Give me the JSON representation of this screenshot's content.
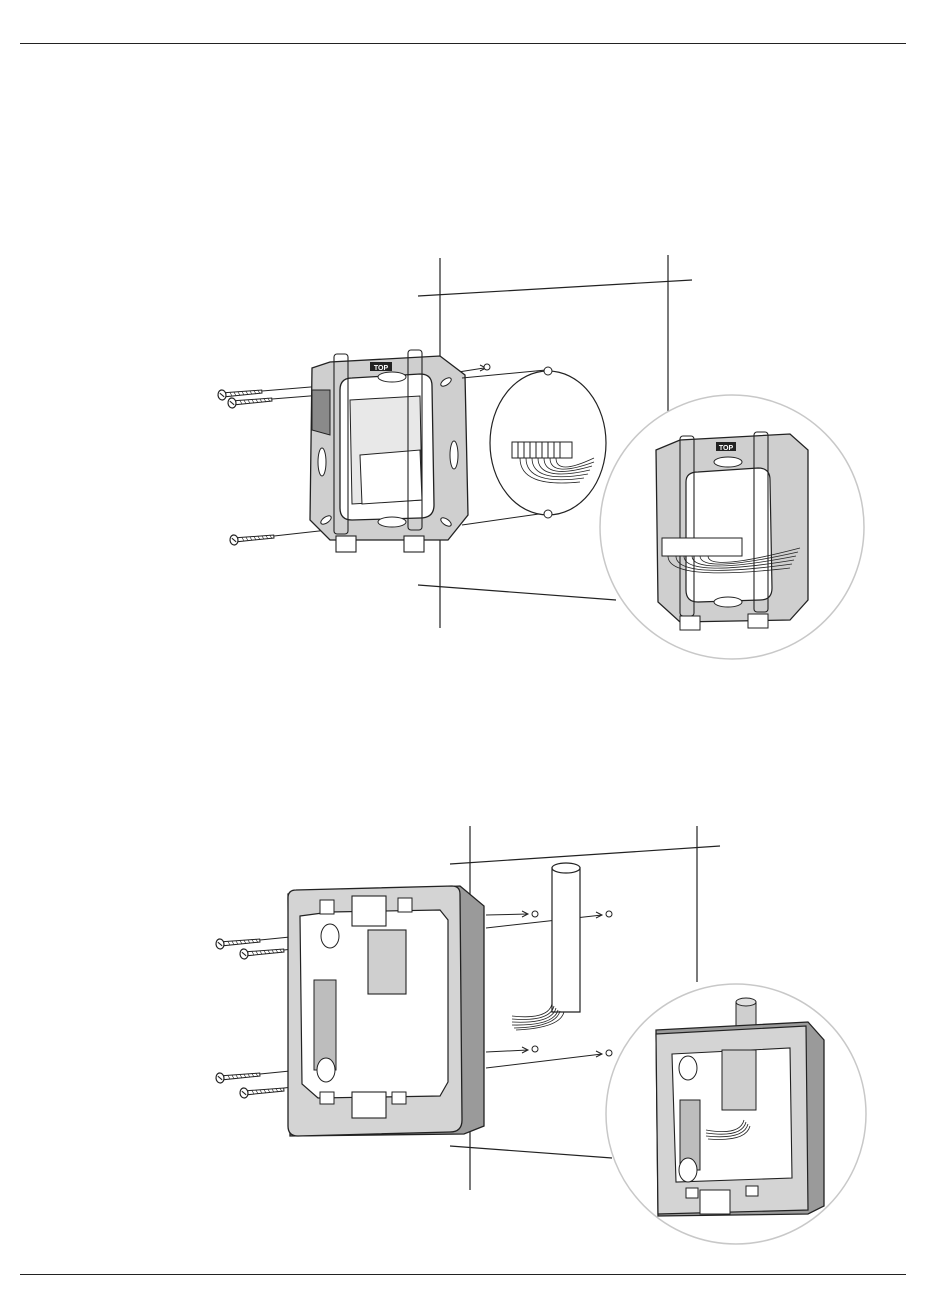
{
  "labels": {
    "top_marking": "TOP"
  },
  "colors": {
    "line": "#222222",
    "plate_fill": "#cfcfcf",
    "plate_shadow": "#9a9a9a",
    "box_fill": "#d4d4d4",
    "detail_circle": "#c8c8c8"
  },
  "figures": [
    {
      "name": "flush-mount-installation",
      "icons": [
        "screw-icon",
        "mounting-plate-icon",
        "terminal-block-icon",
        "detail-magnifier-icon"
      ]
    },
    {
      "name": "surface-mount-installation",
      "icons": [
        "screw-icon",
        "surface-box-icon",
        "cable-conduit-icon",
        "detail-magnifier-icon"
      ]
    }
  ]
}
